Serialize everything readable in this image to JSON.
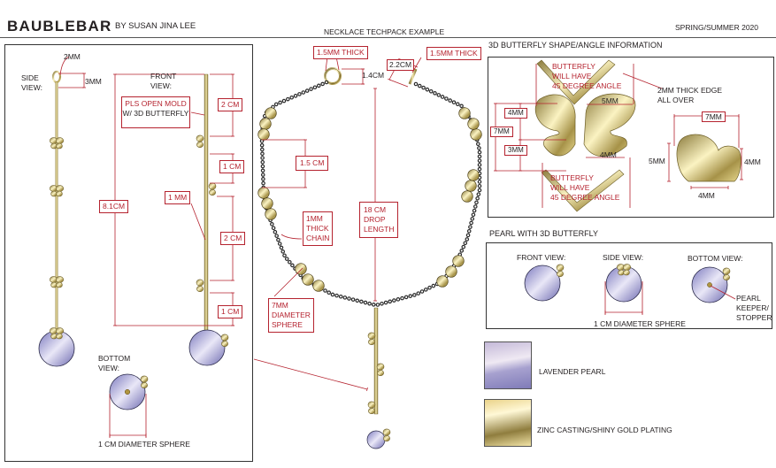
{
  "header": {
    "brand": "BAUBLEBAR",
    "byline": "BY SUSAN JINA LEE",
    "title": "NECKLACE TECHPACK EXAMPLE",
    "season": "SPRING/SUMMER 2020"
  },
  "pendant_panel": {
    "side_view_label": "SIDE\nVIEW:",
    "loop_width": "2MM",
    "loop_height": "3MM",
    "front_view_label": "FRONT\nVIEW:",
    "mold_note_line1": "PLS OPEN MOLD",
    "mold_note_line2": "W/ 3D BUTTERFLY",
    "total_length": "8.1CM",
    "spacing_top": "2 CM",
    "spacing_1": "1 CM",
    "rod_thickness": "1 MM",
    "spacing_2": "2 CM",
    "spacing_3": "1 CM",
    "bottom_view_label": "BOTTOM\nVIEW:",
    "sphere_diameter": "1 CM DIAMETER SPHERE"
  },
  "necklace": {
    "ring_thickness": "1.5MM THICK",
    "ring_diameter": "1.4CM",
    "bar_thickness": "1.5MM THICK",
    "bar_length": "2.2CM",
    "bead_spacing": "1.5 CM",
    "chain_note": "1MM\nTHICK\nCHAIN",
    "drop_note": "18 CM\nDROP\nLENGTH",
    "bead_note": "7MM\nDIAMETER\nSPHERE"
  },
  "butterfly_section": {
    "title": "3D BUTTERFLY SHAPE/ANGLE INFORMATION",
    "angle_note_top": "BUTTERFLY\nWILL HAVE\n45 DEGREE ANGLE",
    "angle_note_bottom": "BUTTERFLY\nWILL HAVE\n45 DEGREE ANGLE",
    "edge_note": "2MM THICK EDGE\nALL OVER",
    "upper_wing": "4MM",
    "total_height": "7MM",
    "lower_wing": "3MM",
    "upper_width": "5MM",
    "lower_width": "4MM",
    "side_width": "7MM",
    "side_height": "5MM",
    "side_right_height": "4MM",
    "side_bottom_width": "4MM"
  },
  "pearl_section": {
    "title": "PEARL WITH 3D BUTTERFLY",
    "front_view": "FRONT VIEW:",
    "side_view": "SIDE VIEW:",
    "bottom_view": "BOTTOM VIEW:",
    "diameter": "1 CM DIAMETER SPHERE",
    "keeper_note": "PEARL\nKEEPER/\nSTOPPER"
  },
  "materials": [
    {
      "label": "LAVENDER PEARL",
      "color": "#9c98cc"
    },
    {
      "label": "ZINC CASTING/SHINY GOLD PLATING",
      "color": "#d4c07a"
    }
  ],
  "colors": {
    "dimension_red": "#b5232f",
    "gold": "#c9b26a",
    "lavender": "#8f8cc6"
  }
}
